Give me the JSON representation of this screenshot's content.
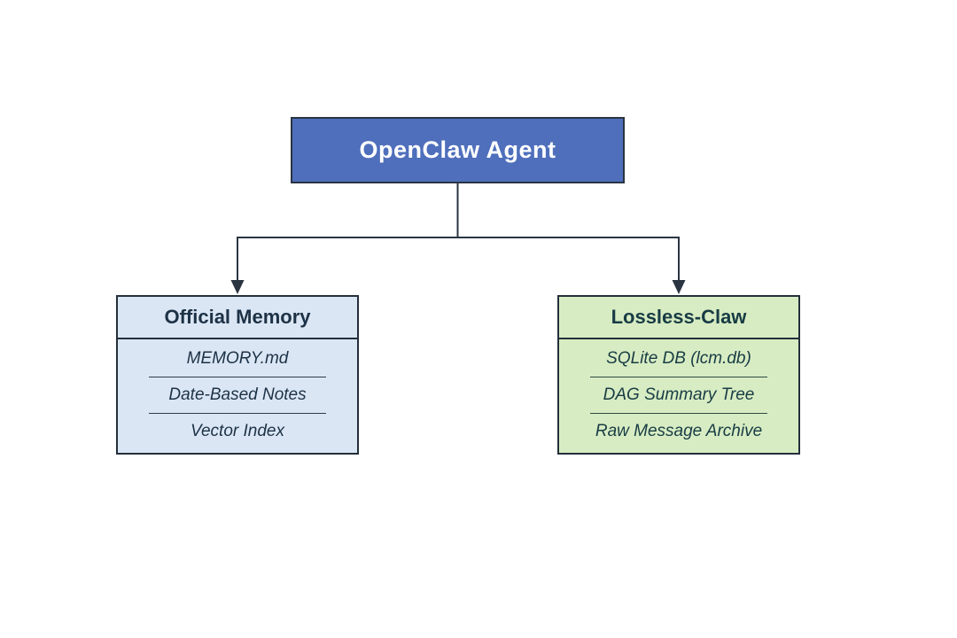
{
  "diagram": {
    "root": {
      "label": "OpenClaw Agent"
    },
    "children": [
      {
        "title": "Official Memory",
        "items": [
          "MEMORY.md",
          "Date-Based Notes",
          "Vector Index"
        ]
      },
      {
        "title": "Lossless-Claw",
        "items": [
          "SQLite DB (lcm.db)",
          "DAG Summary Tree",
          "Raw Message Archive"
        ]
      }
    ]
  },
  "colors": {
    "background": "#ffffff",
    "root_fill": "#4f6fbc",
    "root_text": "#ffffff",
    "root_border": "#2a3441",
    "left_child_fill": "#dbe6f4",
    "right_child_fill": "#d8ecc3",
    "child_border": "#232f3b",
    "left_text": "#1d3246",
    "right_text": "#173c44",
    "connector_line": "#2b3542"
  }
}
